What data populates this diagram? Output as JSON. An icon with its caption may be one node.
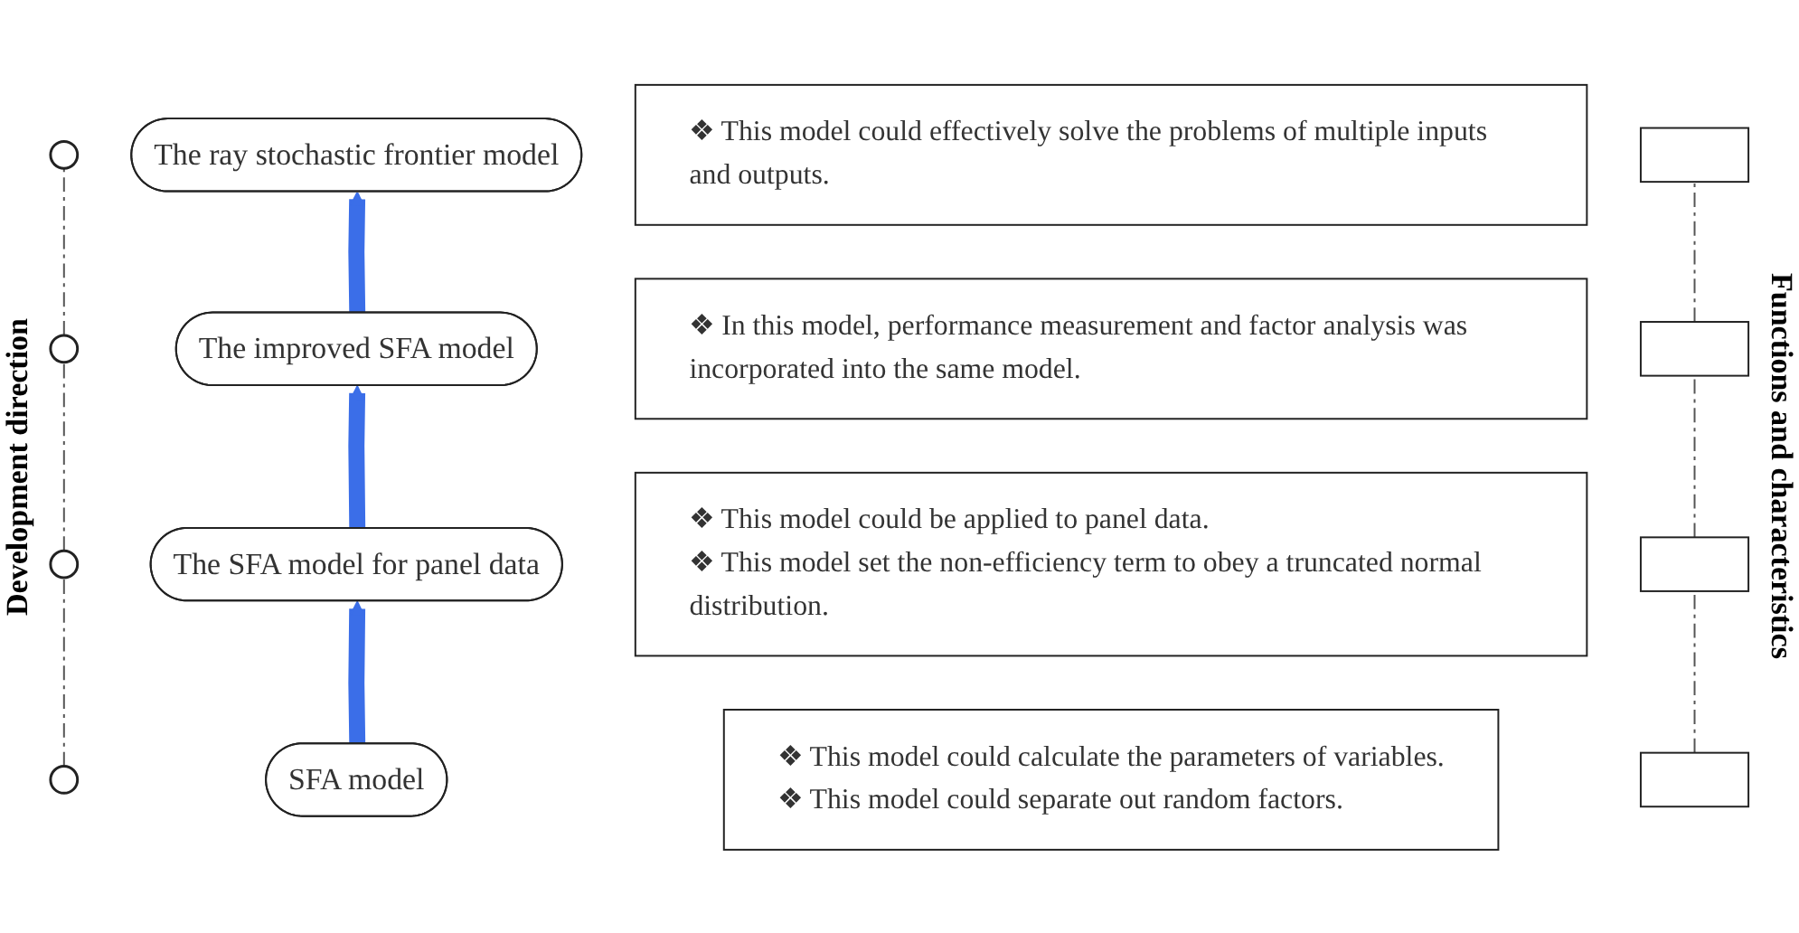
{
  "diagram": {
    "nodes": [
      {
        "text": [],
        "shape": "circle"
      },
      {
        "text": [
          "The ray stochastic frontier model"
        ]
      },
      {
        "text": [
          "❖ This model could effectively solve the problems of multiple inputs and outputs."
        ]
      },
      {
        "text": [],
        "shape": "box"
      },
      {
        "text": [],
        "shape": "circle"
      },
      {
        "text": [
          "The improved SFA model"
        ]
      },
      {
        "text": [
          "❖ In this model, performance measurement and factor analysis was incorporated into the same model."
        ]
      },
      {
        "text": [],
        "shape": "box"
      },
      {
        "text": [],
        "shape": "circle"
      },
      {
        "text": [
          "The SFA model for panel data"
        ]
      },
      {
        "text": [
          "❖ This model could be applied to panel data.",
          "❖ This model set the non-efficiency term to obey a truncated normal distribution."
        ]
      },
      {
        "text": [],
        "shape": "box"
      },
      {
        "text": [],
        "shape": "circle"
      },
      {
        "text": [
          "SFA model"
        ]
      },
      {
        "text": [
          "❖ This model could calculate the parameters of variables.",
          "❖ This model could separate out random factors."
        ]
      },
      {
        "text": [],
        "shape": "box"
      }
    ],
    "edges": [
      {
        "from": 13,
        "to": 9,
        "arrow": "to",
        "style": "thick",
        "color": "#3b6ee8"
      },
      {
        "from": 9,
        "to": 5,
        "arrow": "to",
        "style": "thick",
        "color": "#3b6ee8"
      },
      {
        "from": 5,
        "to": 1,
        "arrow": "to",
        "style": "thick",
        "color": "#3b6ee8"
      },
      {
        "from": 12,
        "to": 8,
        "arrow": "none",
        "style": "dashed"
      },
      {
        "from": 8,
        "to": 4,
        "arrow": "none",
        "style": "dashed"
      },
      {
        "from": 4,
        "to": 0,
        "arrow": "none",
        "style": "dashed"
      },
      {
        "from": 15,
        "to": 11,
        "arrow": "none",
        "style": "dashed"
      },
      {
        "from": 11,
        "to": 7,
        "arrow": "none",
        "style": "dashed"
      },
      {
        "from": 7,
        "to": 3,
        "arrow": "none",
        "style": "dashed"
      }
    ],
    "labels": [
      "Development direction",
      "Functions and characteristics"
    ]
  }
}
